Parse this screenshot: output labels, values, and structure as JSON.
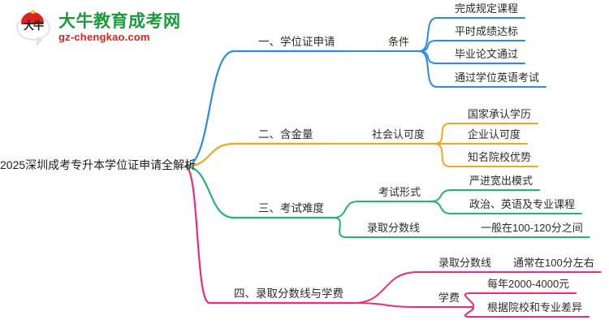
{
  "logo": {
    "mark_text": "大牛",
    "title": "大牛教育成考网",
    "subtitle": "gz-chengkao.com",
    "brand_green": "#1a9c3c",
    "brand_red": "#d9241f"
  },
  "mindmap": {
    "root": "2025深圳成考专升本学位证申请全解析",
    "colors": {
      "branch1": "#2E8BE5",
      "branch2": "#F0A81E",
      "branch3": "#22B573",
      "branch4": "#F0297A"
    },
    "branches": [
      {
        "label": "一、学位证申请",
        "color": "#2E8BE5",
        "children": [
          {
            "label": "条件",
            "leaves": [
              "完成规定课程",
              "平时成绩达标",
              "毕业论文通过",
              "通过学位英语考试"
            ]
          }
        ]
      },
      {
        "label": "二、含金量",
        "color": "#F0A81E",
        "children": [
          {
            "label": "社会认可度",
            "leaves": [
              "国家承认学历",
              "企业认可度",
              "知名院校优势"
            ]
          }
        ]
      },
      {
        "label": "三、考试难度",
        "color": "#22B573",
        "children": [
          {
            "label": "考试形式",
            "leaves": [
              "严进宽出模式",
              "政治、英语及专业课程"
            ]
          },
          {
            "label": "录取分数线",
            "leaves": [
              "一般在100-120分之间"
            ]
          }
        ]
      },
      {
        "label": "四、录取分数线与学费",
        "color": "#F0297A",
        "children": [
          {
            "label": "录取分数线",
            "leaves": [
              "通常在100分左右"
            ]
          },
          {
            "label": "学费",
            "leaves": [
              "每年2000-4000元",
              "根据院校和专业差异"
            ]
          }
        ]
      }
    ]
  }
}
